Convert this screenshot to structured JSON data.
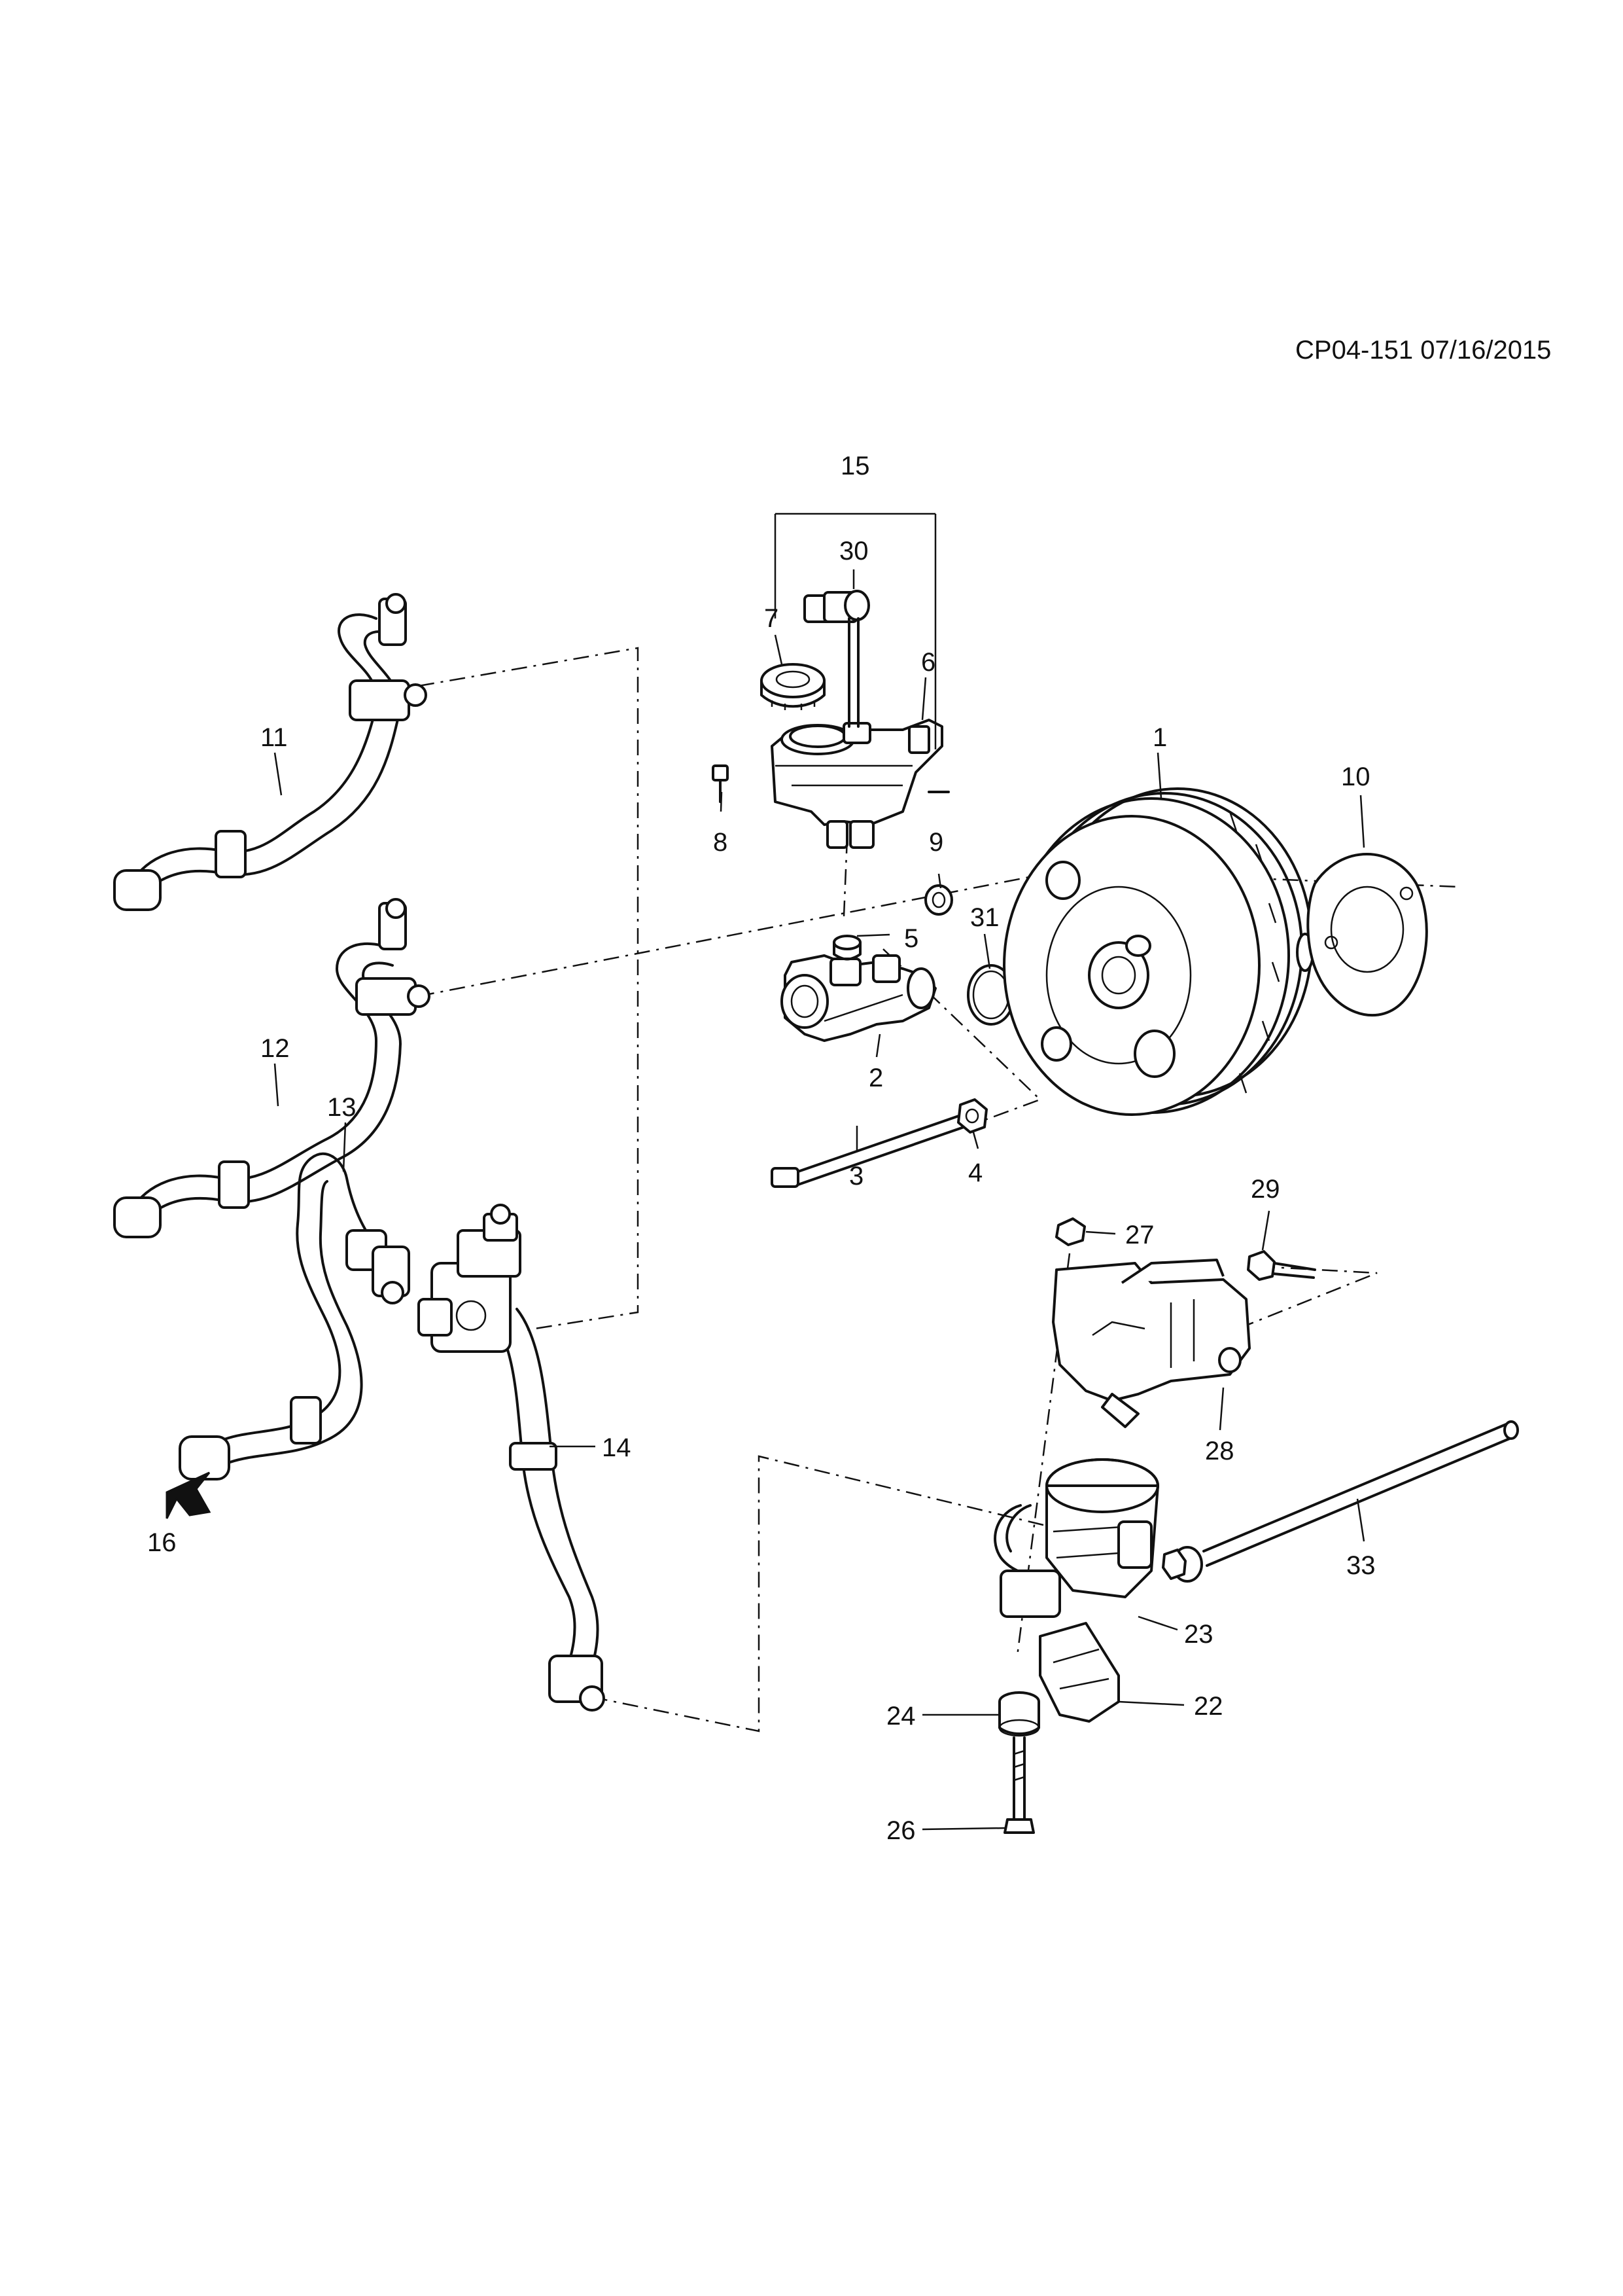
{
  "document": {
    "reference_code": "CP04-151 07/16/2015"
  },
  "callouts": {
    "c1": "1",
    "c2": "2",
    "c3": "3",
    "c4": "4",
    "c5": "5",
    "c6": "6",
    "c7": "7",
    "c8": "8",
    "c9": "9",
    "c10": "10",
    "c11": "11",
    "c12": "12",
    "c13": "13",
    "c14": "14",
    "c15": "15",
    "c16": "16",
    "c22": "22",
    "c23": "23",
    "c24": "24",
    "c26": "26",
    "c27": "27",
    "c28": "28",
    "c29": "29",
    "c30": "30",
    "c31": "31",
    "c33": "33"
  }
}
